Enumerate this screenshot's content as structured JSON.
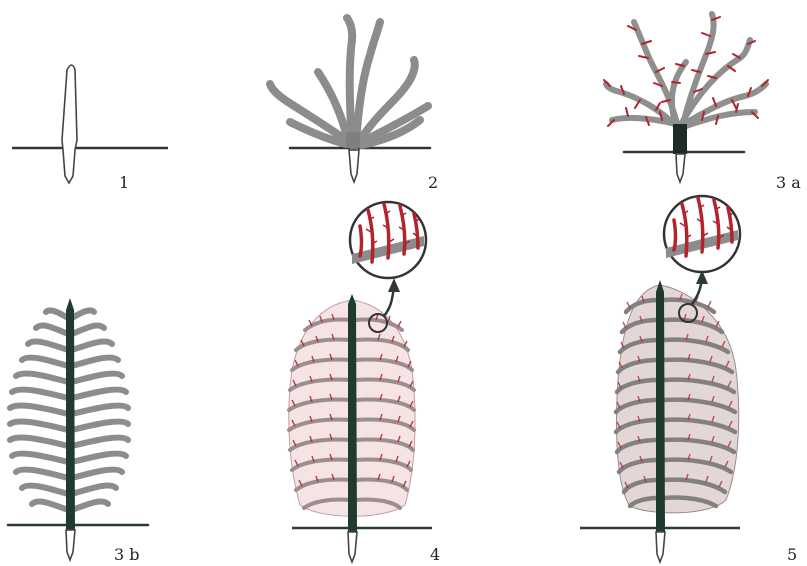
{
  "stage_labels": {
    "s1": "1",
    "s2": "2",
    "s3a": "3 a",
    "s3b": "3 b",
    "s4": "4",
    "s5": "5"
  },
  "colors": {
    "ground": "#2d3a33",
    "stalk": "#1f3a2e",
    "pinnule_gray": "#8c8c8c",
    "pinnule_red": "#b1232d",
    "zoom_outline": "#333333"
  }
}
